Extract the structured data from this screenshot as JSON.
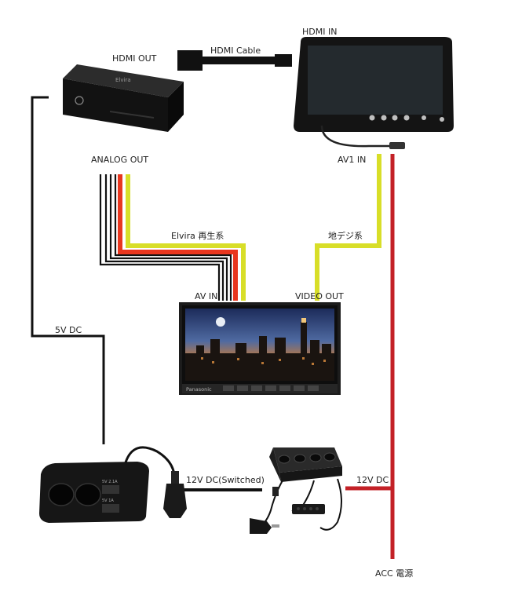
{
  "labels": {
    "hdmi_out": "HDMI OUT",
    "hdmi_in": "HDMI IN",
    "hdmi_cable": "HDMI Cable",
    "analog_out": "ANALOG OUT",
    "av1_in": "AV1 IN",
    "elvira": "Elvira 再生系",
    "chideji": "地デジ系",
    "av_in": "AV IN",
    "video_out": "VIDEO OUT",
    "dc5v": "5V DC",
    "dc12v_switched": "12V DC(Switched)",
    "dc12v": "12V DC",
    "acc": "ACC 電源"
  },
  "devices": {
    "media_player_brand": "Elvira",
    "car_nav_brand": "Panasonic",
    "charger_port1": "5V 2.1A",
    "charger_port2": "5V 1A"
  },
  "colors": {
    "black_wire": "#111111",
    "red_wire": "#e8361e",
    "dark_red_wire": "#c32127",
    "yellow_wire": "#d8de28"
  }
}
